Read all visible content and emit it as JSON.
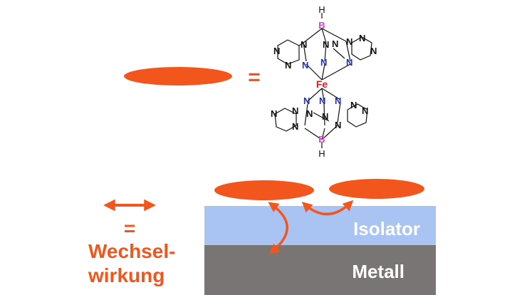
{
  "colors": {
    "accent_orange": "#f2561d",
    "insulator_blue": "#a9c3f3",
    "metal_gray": "#7a7575",
    "nitrogen_blue": "#1f2bd6",
    "boron_magenta": "#e13ad6",
    "iron_red": "#e21b23",
    "bond_black": "#111111",
    "label_white": "#ffffff"
  },
  "top": {
    "equals_symbol": "="
  },
  "molecule": {
    "iron": "Fe",
    "boron": "B",
    "hydrogen": "H",
    "nitrogen": "N"
  },
  "legend": {
    "equals_symbol": "=",
    "interaction_line1": "Wechsel-",
    "interaction_line2": "wirkung"
  },
  "layers": {
    "insulator_label": "Isolator",
    "metal_label": "Metall"
  }
}
